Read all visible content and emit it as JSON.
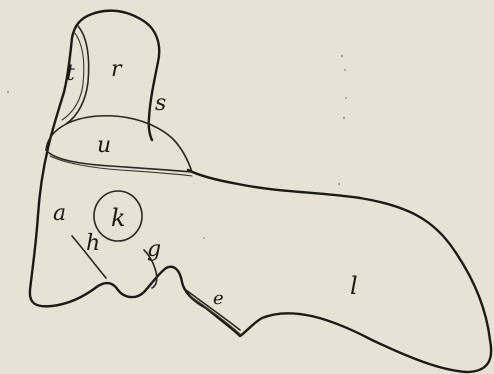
{
  "figure": {
    "labels": {
      "t": "t",
      "r": "r",
      "s": "s",
      "u": "u",
      "a": "a",
      "k": "k",
      "h": "h",
      "g": "g",
      "e": "e",
      "l": "l"
    },
    "colors": {
      "paper": "#e6e2d6",
      "ink": "#1c1a16"
    }
  }
}
